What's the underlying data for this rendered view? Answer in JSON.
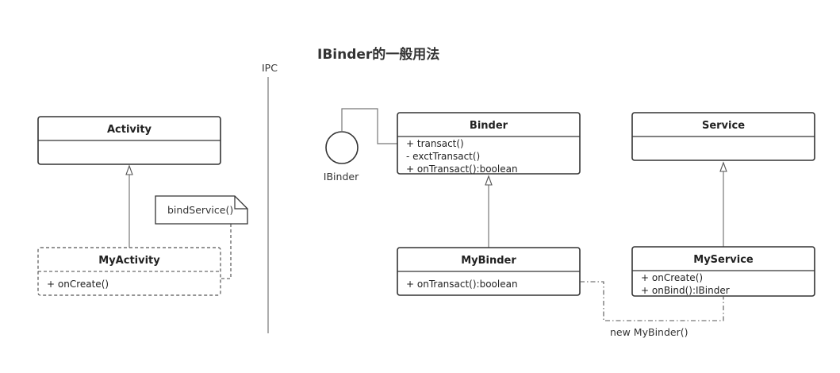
{
  "title": "IBinder的一般用法",
  "ipc_label": "IPC",
  "classes": {
    "activity": {
      "name": "Activity",
      "members": []
    },
    "my_activity": {
      "name": "MyActivity",
      "members": [
        "+ onCreate()"
      ]
    },
    "binder": {
      "name": "Binder",
      "members": [
        "+ transact()",
        "- exctTransact()",
        "+ onTransact():boolean"
      ]
    },
    "my_binder": {
      "name": "MyBinder",
      "members": [
        "+ onTransact():boolean"
      ]
    },
    "service": {
      "name": "Service",
      "members": []
    },
    "my_service": {
      "name": "MyService",
      "members": [
        "+ onCreate()",
        "+ onBind():IBinder"
      ]
    }
  },
  "interface": {
    "name": "IBinder"
  },
  "notes": {
    "bind_service": "bindService()",
    "new_my_binder": "new MyBinder()"
  }
}
